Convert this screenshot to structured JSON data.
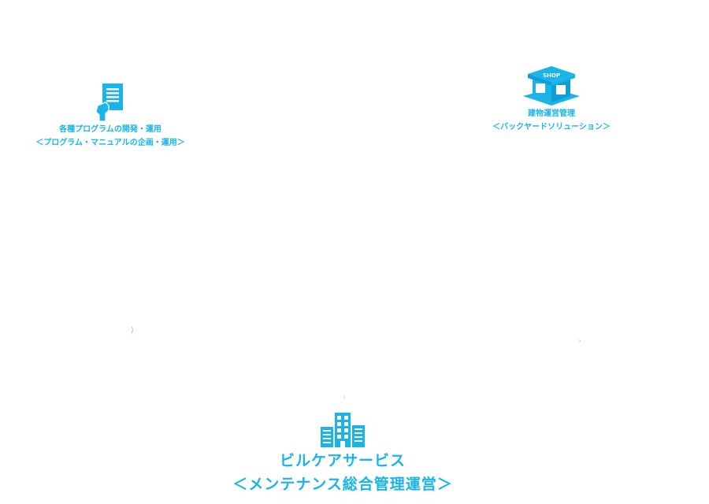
{
  "colors": {
    "accent": "#1ab4e8"
  },
  "nodes": {
    "program": {
      "icon": "document-hand-icon",
      "line1": "各種プログラムの開発・運用",
      "line2": "＜プログラム・マニュアルの企画・運用＞"
    },
    "building_ops": {
      "icon": "shop-icon",
      "sign": "SHOP",
      "line1": "建物運営管理",
      "line2": "＜バックヤードソリューション＞"
    },
    "building_care": {
      "icon": "office-buildings-icon",
      "line1": "ビルケアサービス",
      "line2": "＜メンテナンス総合管理運営＞"
    }
  }
}
